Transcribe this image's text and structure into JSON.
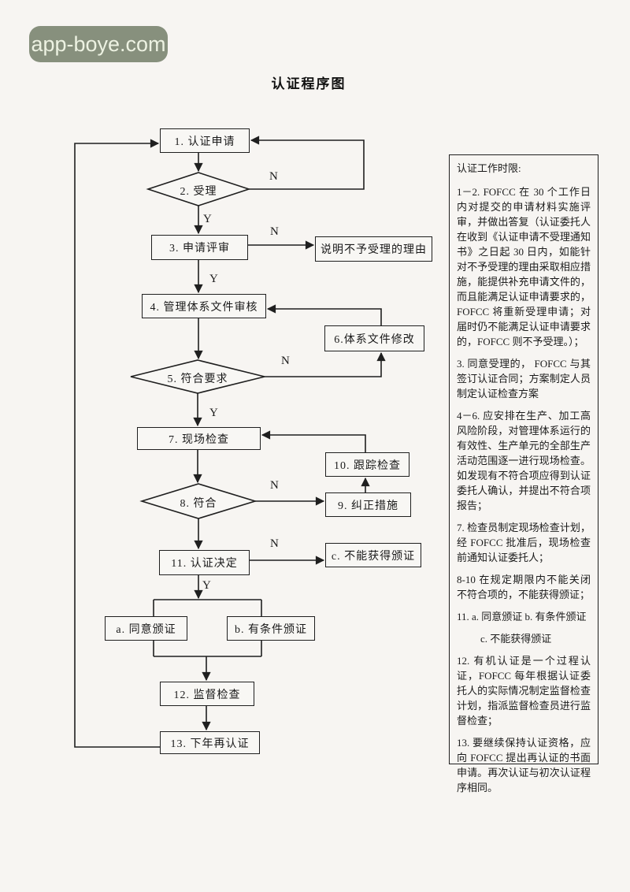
{
  "watermark": "app-boye.com",
  "title": "认证程序图",
  "labels": {
    "yes": "Y",
    "no": "N"
  },
  "nodes": {
    "apply": "1. 认证申请",
    "accept": "2. 受理",
    "review": "3. 申请评审",
    "reject_reason": "说明不予受理的理由",
    "doc_audit": "4. 管理体系文件审核",
    "doc_revise": "6.体系文件修改",
    "meet_req": "5. 符合要求",
    "site_inspect": "7. 现场检查",
    "follow_up": "10. 跟踪检查",
    "conform": "8. 符合",
    "corrective": "9. 纠正措施",
    "decision": "11. 认证决定",
    "no_cert": "c. 不能获得颁证",
    "agree_cert": "a. 同意颁证",
    "conditional_cert": "b. 有条件颁证",
    "supervision": "12. 监督检查",
    "recert": "13. 下年再认证"
  },
  "sidebar": {
    "heading": "认证工作时限:",
    "paragraphs": [
      "1－2.  FOFCC 在 30 个工作日内对提交的申请材料实施评审，并做出答复（认证委托人在收到《认证申请不受理通知书》之日起 30 日内，如能针对不予受理的理由采取相应措施，能提供补充申请文件的，而且能满足认证申请要求的，FOFCC 将重新受理申请；对届时仍不能满足认证申请要求的，FOFCC 则不予受理。）；",
      "3. 同意受理的， FOFCC 与其签订认证合同；方案制定人员制定认证检查方案",
      "4－6. 应安排在生产、加工高风险阶段，对管理体系运行的有效性、生产单元的全部生产活动范围逐一进行现场检查。如发现有不符合项应得到认证委托人确认，并提出不符合项报告；",
      "7.  检查员制定现场检查计划，经 FOFCC 批准后，现场检查前通知认证委托人；",
      "8-10  在规定期限内不能关闭不符合项的，不能获得颁证；",
      "11.  a. 同意颁证 b. 有条件颁证",
      "c. 不能获得颁证",
      "12.  有机认证是一个过程认证，FOFCC 每年根据认证委托人的实际情况制定监督检查计划，指派监督检查员进行监督检查；",
      "13.  要继续保持认证资格，应向 FOFCC 提出再认证的书面申请。再次认证与初次认证程序相同。"
    ]
  }
}
